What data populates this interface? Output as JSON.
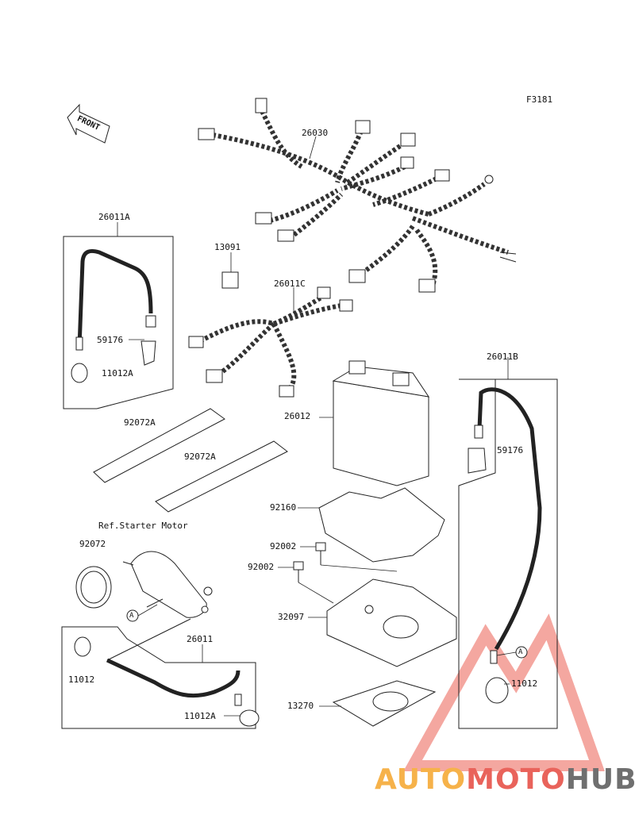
{
  "figure_code": "F3181",
  "front_label": "FRONT",
  "ref_note": "Ref.Starter Motor",
  "callout_a": "A",
  "parts": {
    "p26030": "26030",
    "p26011A": "26011A",
    "p13091": "13091",
    "p26011C": "26011C",
    "p59176_left": "59176",
    "p11012A_top": "11012A",
    "p26012": "26012",
    "p26011B": "26011B",
    "p59176_right": "59176",
    "p92072A_1": "92072A",
    "p92072A_2": "92072A",
    "p92160": "92160",
    "p92002_1": "92002",
    "p92002_2": "92002",
    "p92072": "92072",
    "p32097": "32097",
    "p26011": "26011",
    "p11012_left": "11012",
    "p11012_right": "11012",
    "p11012A_bottom": "11012A",
    "p13270": "13270"
  },
  "watermark": {
    "part1": "AUTO",
    "part2": "MOTO",
    "part3": "HUB"
  },
  "colors": {
    "line": "#222222",
    "watermark_red": "#e9635b",
    "watermark_orange": "#f6b24a",
    "watermark_gray": "#6f6f6f"
  }
}
